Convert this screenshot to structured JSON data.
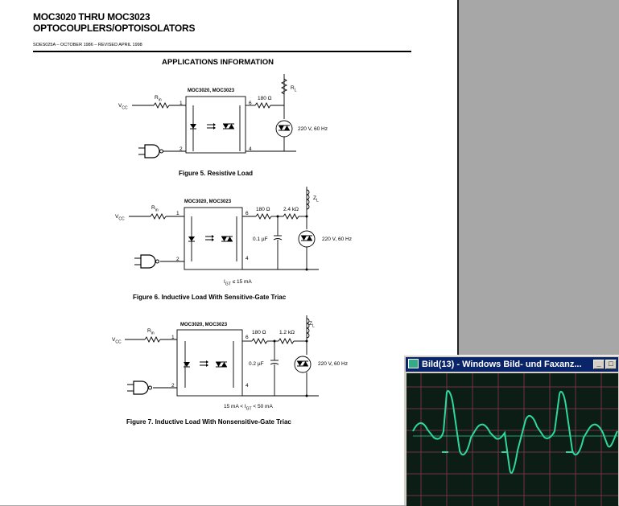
{
  "document": {
    "title_line1": "MOC3020 THRU MOC3023",
    "title_line2": "OPTOCOUPLERS/OPTOISOLATORS",
    "doc_id": "SOES025A – OCTOBER 1986 – REVISED APRIL 1998",
    "section_heading": "APPLICATIONS INFORMATION",
    "figures": [
      {
        "caption": "Figure 5. Resistive Load",
        "part": "MOC3020, MOC3023",
        "vcc": "V",
        "vcc_sub": "CC",
        "rin": "R",
        "rin_sub": "in",
        "load": "R",
        "load_sub": "L",
        "r1": "180 Ω",
        "supply": "220 V, 60 Hz",
        "pin1": "1",
        "pin2": "2",
        "pin4": "4",
        "pin6": "6"
      },
      {
        "caption": "Figure 6. Inductive Load With Sensitive-Gate Triac",
        "part": "MOC3020, MOC3023",
        "vcc": "V",
        "vcc_sub": "CC",
        "rin": "R",
        "rin_sub": "in",
        "load": "Z",
        "load_sub": "L",
        "r1": "180 Ω",
        "r2": "2.4 kΩ",
        "cap": "0.1 µF",
        "supply": "220 V, 60 Hz",
        "note": "I",
        "note_sub": "GT",
        "note_rest": " ≤ 15 mA",
        "pin1": "1",
        "pin2": "2",
        "pin4": "4",
        "pin6": "6"
      },
      {
        "caption": "Figure 7. Inductive Load With Nonsensitive-Gate Triac",
        "part": "MOC3020, MOC3023",
        "vcc": "V",
        "vcc_sub": "CC",
        "rin": "R",
        "rin_sub": "in",
        "load": "Z",
        "load_sub": "L",
        "r1": "180 Ω",
        "r2": "1.2 kΩ",
        "cap": "0.2 µF",
        "supply": "220 V, 60 Hz",
        "note": "15 mA < I",
        "note_sub": "GT",
        "note_rest": " < 50 mA",
        "pin1": "1",
        "pin2": "2",
        "pin4": "4",
        "pin6": "6"
      }
    ]
  },
  "viewer": {
    "title": "Bild(13) - Windows Bild- und Faxanz...",
    "icon": "picture-viewer-icon",
    "buttons": {
      "minimize": "_",
      "maximize": "□"
    },
    "screen_color": "#2fd6a0",
    "grid_color": "#c0506a"
  }
}
